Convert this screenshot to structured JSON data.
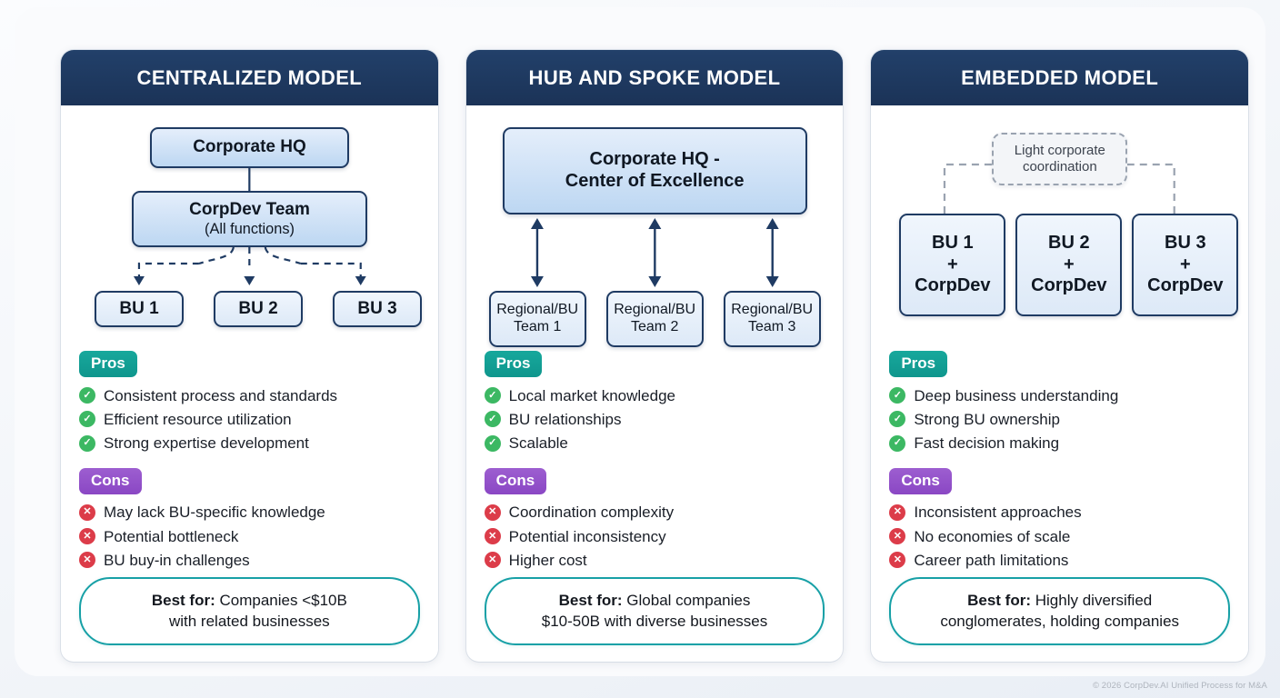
{
  "footer": {
    "copyright": "© 2026 CorpDev.AI Unified Process for M&A"
  },
  "colors": {
    "header_navy": "#1b3357",
    "node_fill_top": "#e4eefb",
    "node_fill_bottom": "#bdd7f2",
    "node_border": "#1f3b63",
    "pros_badge": "#0f968d",
    "cons_badge": "#8a47c4",
    "check_green": "#3cb863",
    "cross_red": "#dc3c49",
    "bestfor_border": "#17a0a6",
    "page_background": "#f2f5f9"
  },
  "labels": {
    "pros": "Pros",
    "cons": "Cons",
    "best_for_prefix": "Best for:",
    "check_glyph": "✓",
    "cross_glyph": "✕"
  },
  "columns": [
    {
      "title": "CENTRALIZED MODEL",
      "diagram": {
        "type": "hierarchy-top-down",
        "nodes": [
          {
            "id": "hq",
            "line1": "Corporate HQ",
            "line2": ""
          },
          {
            "id": "corpdev",
            "line1": "CorpDev Team",
            "line2": "(All functions)"
          },
          {
            "id": "bu1",
            "line1": "BU 1",
            "line2": ""
          },
          {
            "id": "bu2",
            "line1": "BU 2",
            "line2": ""
          },
          {
            "id": "bu3",
            "line1": "BU 3",
            "line2": ""
          }
        ],
        "connectors": "solid HQ→CorpDev, dashed arrows CorpDev→BU1/BU2/BU3"
      },
      "pros": [
        "Consistent process and standards",
        "Efficient resource utilization",
        "Strong expertise development"
      ],
      "cons": [
        "May lack BU-specific knowledge",
        "Potential bottleneck",
        "BU buy-in challenges"
      ],
      "best_for_line1": "Companies <$10B",
      "best_for_line2": "with related businesses"
    },
    {
      "title": "HUB AND SPOKE MODEL",
      "diagram": {
        "type": "hub-and-spoke",
        "nodes": [
          {
            "id": "hub",
            "line1": "Corporate HQ -",
            "line2": "Center of Excellence"
          },
          {
            "id": "team1",
            "line1": "Regional/BU",
            "line2": "Team 1"
          },
          {
            "id": "team2",
            "line1": "Regional/BU",
            "line2": "Team 2"
          },
          {
            "id": "team3",
            "line1": "Regional/BU",
            "line2": "Team 3"
          }
        ],
        "connectors": "double-headed solid arrows hub↔team1/team2/team3"
      },
      "pros": [
        "Local market knowledge",
        "BU relationships",
        "Scalable"
      ],
      "cons": [
        "Coordination complexity",
        "Potential inconsistency",
        "Higher cost"
      ],
      "best_for_line1": "Global companies",
      "best_for_line2": "$10-50B with diverse businesses"
    },
    {
      "title": "EMBEDDED MODEL",
      "diagram": {
        "type": "embedded",
        "ghost_node": {
          "line1": "Light corporate",
          "line2": "coordination"
        },
        "nodes": [
          {
            "id": "bu1",
            "line1": "BU 1",
            "line2": "+",
            "line3": "CorpDev"
          },
          {
            "id": "bu2",
            "line1": "BU 2",
            "line2": "+",
            "line3": "CorpDev"
          },
          {
            "id": "bu3",
            "line1": "BU 3",
            "line2": "+",
            "line3": "CorpDev"
          }
        ],
        "connectors": "dashed bracket from ghost node down to BU 1 and BU 3"
      },
      "pros": [
        "Deep business understanding",
        "Strong BU ownership",
        "Fast decision making"
      ],
      "cons": [
        "Inconsistent approaches",
        "No economies of scale",
        "Career path limitations"
      ],
      "best_for_line1": "Highly diversified",
      "best_for_line2": "conglomerates, holding companies"
    }
  ]
}
